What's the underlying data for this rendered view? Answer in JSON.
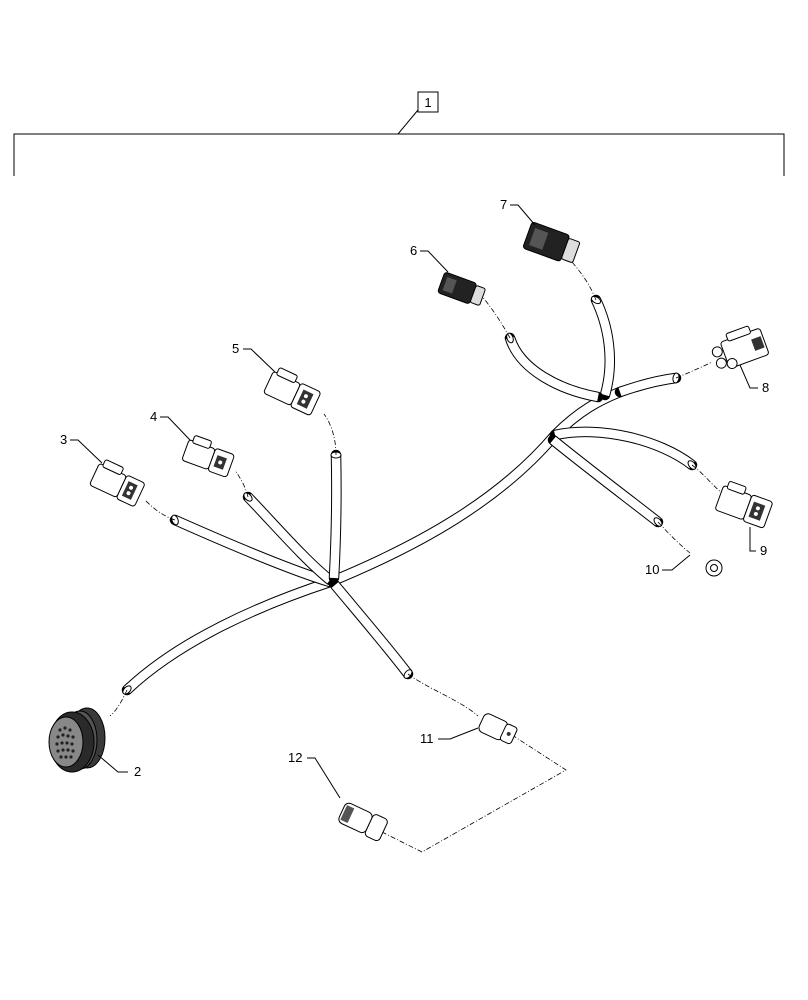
{
  "assembly": {
    "label": "1"
  },
  "callouts": {
    "c2": "2",
    "c3": "3",
    "c4": "4",
    "c5": "5",
    "c6": "6",
    "c7": "7",
    "c8": "8",
    "c9": "9",
    "c10": "10",
    "c11": "11",
    "c12": "12"
  },
  "colors": {
    "line": "#000000",
    "background": "#ffffff",
    "connector_dark": "#1a1a1a",
    "connector_mid": "#8a8a8a"
  }
}
